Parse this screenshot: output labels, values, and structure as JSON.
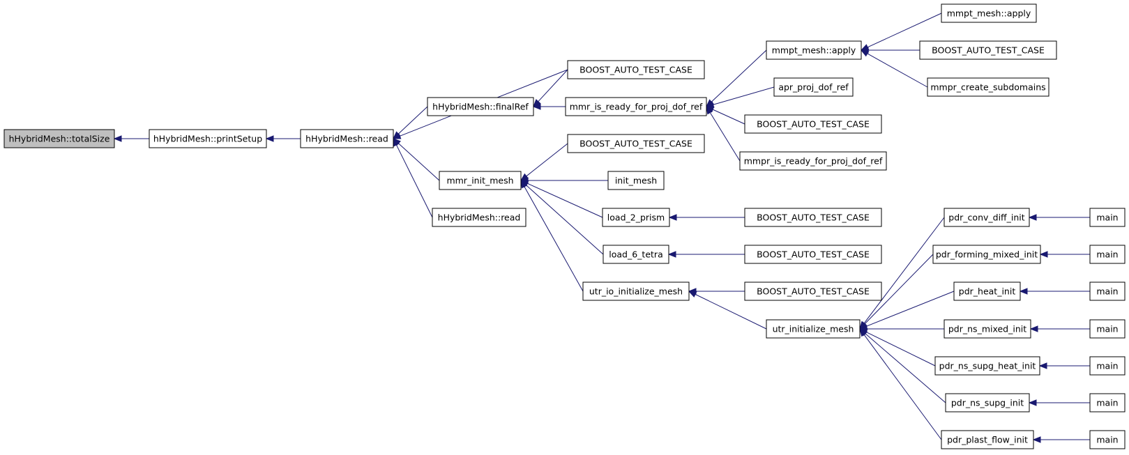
{
  "colors": {
    "edge": "#191970",
    "root_fill": "#bfbfbf",
    "node_fill": "#ffffff",
    "node_border": "#000000"
  },
  "nodes": [
    {
      "id": "n0",
      "label": "hHybridMesh::totalSize"
    },
    {
      "id": "n1",
      "label": "hHybridMesh::printSetup"
    },
    {
      "id": "n2",
      "label": "hHybridMesh::read"
    },
    {
      "id": "n3",
      "label": "BOOST_AUTO_TEST_CASE"
    },
    {
      "id": "n4",
      "label": "hHybridMesh::finalRef"
    },
    {
      "id": "n5",
      "label": "mmr_init_mesh"
    },
    {
      "id": "n6",
      "label": "hHybridMesh::read"
    },
    {
      "id": "n7",
      "label": "mmr_is_ready_for_proj_dof_ref"
    },
    {
      "id": "n8",
      "label": "BOOST_AUTO_TEST_CASE"
    },
    {
      "id": "n9",
      "label": "init_mesh"
    },
    {
      "id": "n10",
      "label": "load_2_prism"
    },
    {
      "id": "n11",
      "label": "load_6_tetra"
    },
    {
      "id": "n12",
      "label": "utr_io_initialize_mesh"
    },
    {
      "id": "n13",
      "label": "mmpt_mesh::apply"
    },
    {
      "id": "n14",
      "label": "apr_proj_dof_ref"
    },
    {
      "id": "n15",
      "label": "BOOST_AUTO_TEST_CASE"
    },
    {
      "id": "n16",
      "label": "mmpr_is_ready_for_proj_dof_ref"
    },
    {
      "id": "n17",
      "label": "BOOST_AUTO_TEST_CASE"
    },
    {
      "id": "n18",
      "label": "BOOST_AUTO_TEST_CASE"
    },
    {
      "id": "n19",
      "label": "BOOST_AUTO_TEST_CASE"
    },
    {
      "id": "n20",
      "label": "utr_initialize_mesh"
    },
    {
      "id": "n21",
      "label": "mmpt_mesh::apply"
    },
    {
      "id": "n22",
      "label": "BOOST_AUTO_TEST_CASE"
    },
    {
      "id": "n23",
      "label": "mmpr_create_subdomains"
    },
    {
      "id": "n24",
      "label": "pdr_conv_diff_init"
    },
    {
      "id": "n25",
      "label": "pdr_forming_mixed_init"
    },
    {
      "id": "n26",
      "label": "pdr_heat_init"
    },
    {
      "id": "n27",
      "label": "pdr_ns_mixed_init"
    },
    {
      "id": "n28",
      "label": "pdr_ns_supg_heat_init"
    },
    {
      "id": "n29",
      "label": "pdr_ns_supg_init"
    },
    {
      "id": "n30",
      "label": "pdr_plast_flow_init"
    },
    {
      "id": "n31",
      "label": "main"
    },
    {
      "id": "n32",
      "label": "main"
    },
    {
      "id": "n33",
      "label": "main"
    },
    {
      "id": "n34",
      "label": "main"
    },
    {
      "id": "n35",
      "label": "main"
    },
    {
      "id": "n36",
      "label": "main"
    },
    {
      "id": "n37",
      "label": "main"
    }
  ],
  "edges": [
    {
      "from": "n1",
      "to": "n0"
    },
    {
      "from": "n2",
      "to": "n1"
    },
    {
      "from": "n3",
      "to": "n2"
    },
    {
      "from": "n4",
      "to": "n2"
    },
    {
      "from": "n5",
      "to": "n2"
    },
    {
      "from": "n6",
      "to": "n2"
    },
    {
      "from": "n3",
      "to": "n4"
    },
    {
      "from": "n7",
      "to": "n4"
    },
    {
      "from": "n8",
      "to": "n5"
    },
    {
      "from": "n9",
      "to": "n5"
    },
    {
      "from": "n10",
      "to": "n5"
    },
    {
      "from": "n11",
      "to": "n5"
    },
    {
      "from": "n12",
      "to": "n5"
    },
    {
      "from": "n13",
      "to": "n7"
    },
    {
      "from": "n14",
      "to": "n7"
    },
    {
      "from": "n15",
      "to": "n7"
    },
    {
      "from": "n16",
      "to": "n7"
    },
    {
      "from": "n21",
      "to": "n13"
    },
    {
      "from": "n22",
      "to": "n13"
    },
    {
      "from": "n23",
      "to": "n13"
    },
    {
      "from": "n17",
      "to": "n10"
    },
    {
      "from": "n18",
      "to": "n11"
    },
    {
      "from": "n19",
      "to": "n12"
    },
    {
      "from": "n20",
      "to": "n12"
    },
    {
      "from": "n24",
      "to": "n20"
    },
    {
      "from": "n25",
      "to": "n20"
    },
    {
      "from": "n26",
      "to": "n20"
    },
    {
      "from": "n27",
      "to": "n20"
    },
    {
      "from": "n28",
      "to": "n20"
    },
    {
      "from": "n29",
      "to": "n20"
    },
    {
      "from": "n30",
      "to": "n20"
    },
    {
      "from": "n31",
      "to": "n24"
    },
    {
      "from": "n32",
      "to": "n25"
    },
    {
      "from": "n33",
      "to": "n26"
    },
    {
      "from": "n34",
      "to": "n27"
    },
    {
      "from": "n35",
      "to": "n28"
    },
    {
      "from": "n36",
      "to": "n29"
    },
    {
      "from": "n37",
      "to": "n30"
    }
  ]
}
